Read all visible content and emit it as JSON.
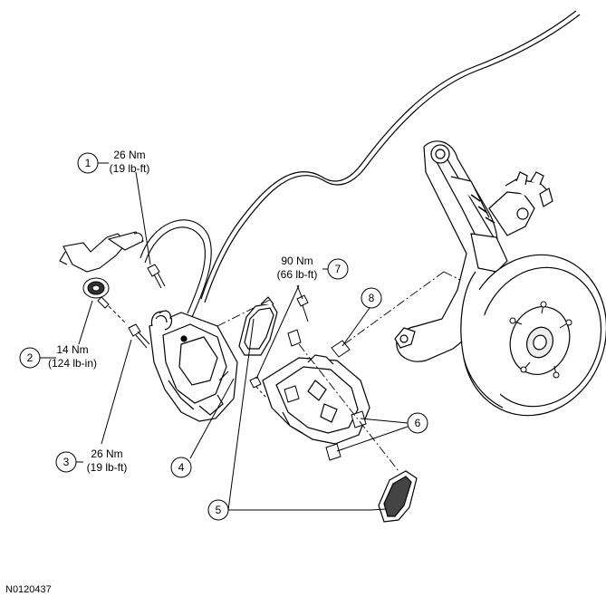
{
  "figure_id": "N0120437",
  "callouts": [
    {
      "num": "1",
      "torque_nm": "26 Nm",
      "torque_imp": "(19 lb-ft)"
    },
    {
      "num": "2",
      "torque_nm": "14 Nm",
      "torque_imp": "(124 lb-in)"
    },
    {
      "num": "3",
      "torque_nm": "26 Nm",
      "torque_imp": "(19 lb-ft)"
    },
    {
      "num": "4"
    },
    {
      "num": "5"
    },
    {
      "num": "6"
    },
    {
      "num": "7",
      "torque_nm": "90 Nm",
      "torque_imp": "(66 lb-ft)"
    },
    {
      "num": "8"
    }
  ]
}
